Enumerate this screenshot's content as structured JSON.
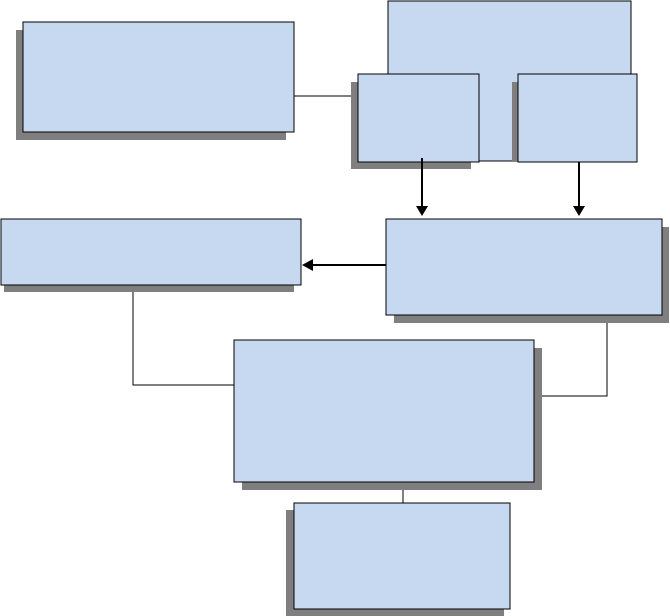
{
  "diagram": {
    "colors": {
      "box_fill": "#c6d9f1",
      "box_stroke": "#000000",
      "shadow": "#7f7f7f",
      "connector": "#000000"
    },
    "boxes": [
      {
        "id": "box-top-left",
        "text": ""
      },
      {
        "id": "box-top-right-wide",
        "text": ""
      },
      {
        "id": "box-top-middle-small",
        "text": ""
      },
      {
        "id": "box-top-right-small",
        "text": ""
      },
      {
        "id": "box-middle-left",
        "text": ""
      },
      {
        "id": "box-middle-right",
        "text": ""
      },
      {
        "id": "box-center",
        "text": ""
      },
      {
        "id": "box-bottom",
        "text": ""
      }
    ]
  }
}
